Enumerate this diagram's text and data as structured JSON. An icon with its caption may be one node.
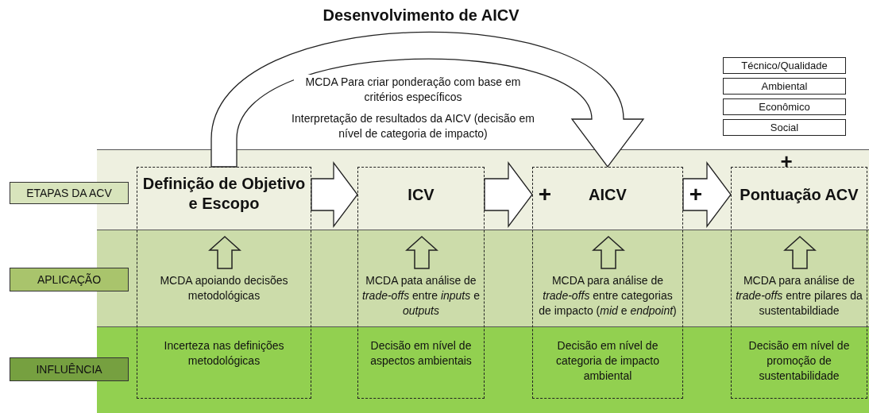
{
  "diagram": {
    "title": "Desenvolvimento de AICV",
    "nodes": [
      {
        "text": [
          "ETAPAS DA ACV"
        ]
      },
      {
        "text": [
          "APLICAÇÃO"
        ]
      },
      {
        "text": [
          "INFLUÊNCIA"
        ]
      },
      {
        "text": [
          "Definição de Objetivo e Escopo",
          "MCDA apoiando decisões metodológicas",
          "Incerteza nas definições metodológicas"
        ]
      },
      {
        "text": [
          "ICV",
          "MCDA pata análise de *trade-offs* entre *inputs* e *outputs*",
          "Decisão em nível de aspectos ambientais"
        ]
      },
      {
        "text": [
          "AICV",
          "MCDA para análise de *trade-offs* entre categorias de impacto (*mid* e *endpoint*)",
          "Decisão em nível de categoria de impacto ambiental"
        ]
      },
      {
        "text": [
          "Pontuação ACV",
          "MCDA para análise de *trade-offs* entre pilares da sustentabildiade",
          "Decisão em nível de promoção de sustentabilidade"
        ]
      },
      {
        "text": [
          "Técnico/Qualidade"
        ]
      },
      {
        "text": [
          "Ambiental"
        ]
      },
      {
        "text": [
          "Econômico"
        ]
      },
      {
        "text": [
          "Social"
        ]
      }
    ],
    "edges": [
      {
        "from": 3,
        "to": 4,
        "arrow": "to"
      },
      {
        "from": 4,
        "to": 5,
        "arrow": "to"
      },
      {
        "from": 5,
        "to": 6,
        "arrow": "to"
      },
      {
        "from": 3,
        "to": 5,
        "arrow": "to",
        "label": "MCDA Para criar ponderação com base em critérios específicos"
      }
    ],
    "labels": [
      "Interpretação de resultados da AICV (decisão em nível de categoria de impacto)",
      "+",
      "+",
      "+"
    ]
  }
}
